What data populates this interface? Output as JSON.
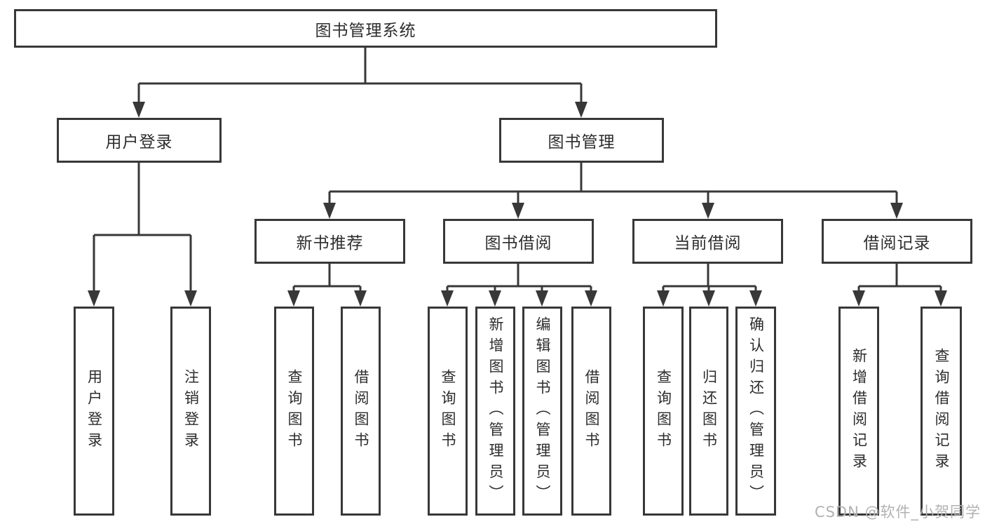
{
  "diagram": {
    "root": {
      "label": "图书管理系统"
    },
    "level2": [
      {
        "label": "用户登录"
      },
      {
        "label": "图书管理"
      }
    ],
    "level3": [
      {
        "label": "新书推荐"
      },
      {
        "label": "图书借阅"
      },
      {
        "label": "当前借阅"
      },
      {
        "label": "借阅记录"
      }
    ],
    "leaf_groups": [
      {
        "parent": "用户登录",
        "items": [
          "用户登录",
          "注销登录"
        ]
      },
      {
        "parent": "新书推荐",
        "items": [
          "查询图书",
          "借阅图书"
        ]
      },
      {
        "parent": "图书借阅",
        "items": [
          "查询图书",
          "新增图书（管理员）",
          "编辑图书（管理员）",
          "借阅图书"
        ]
      },
      {
        "parent": "当前借阅",
        "items": [
          "查询图书",
          "归还图书",
          "确认归还（管理员）"
        ]
      },
      {
        "parent": "借阅记录",
        "items": [
          "新增借阅记录",
          "查询借阅记录"
        ]
      }
    ],
    "watermark": {
      "text": "CSDN @软件_小贺同学",
      "color": "#b2b2b2"
    },
    "colors": {
      "line": "#383838",
      "text": "#2d2d2d",
      "background": "#ffffff",
      "box_fill": "#ffffff"
    }
  }
}
